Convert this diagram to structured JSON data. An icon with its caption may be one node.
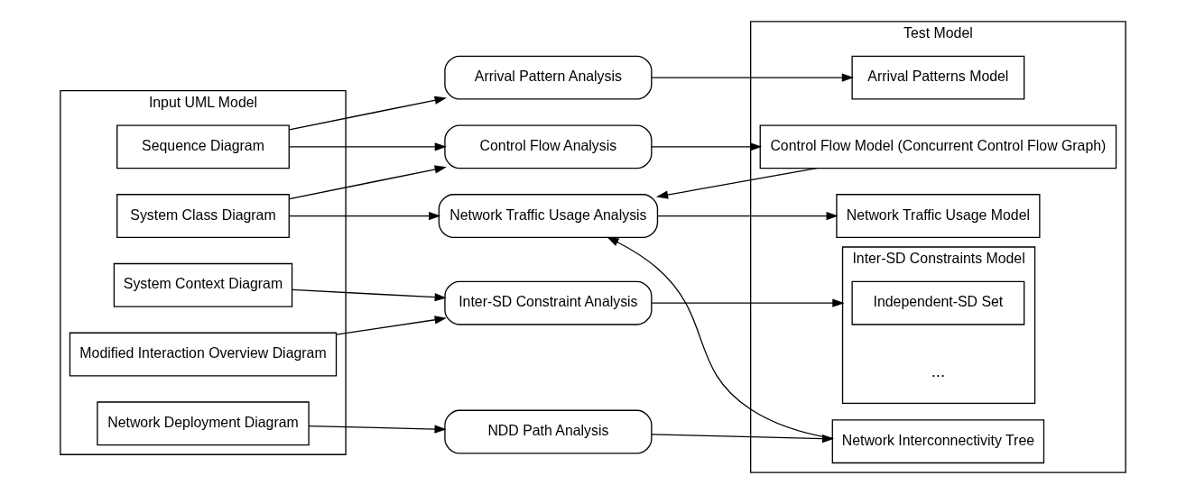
{
  "diagram": {
    "nodes": [
      {
        "text": [
          "Input UML Model"
        ]
      },
      {
        "text": [
          "Sequence Diagram"
        ],
        "in": 0
      },
      {
        "text": [
          "System Class Diagram"
        ],
        "in": 0
      },
      {
        "text": [
          "System Context Diagram"
        ],
        "in": 0
      },
      {
        "text": [
          "Modified Interaction Overview Diagram"
        ],
        "in": 0
      },
      {
        "text": [
          "Network Deployment Diagram"
        ],
        "in": 0
      },
      {
        "text": [
          "Control Flow Analysis"
        ]
      },
      {
        "text": [
          "Arrival Pattern Analysis"
        ]
      },
      {
        "text": [
          "Inter-SD Constraint Analysis"
        ]
      },
      {
        "text": [
          "Network Traffic Usage Analysis"
        ]
      },
      {
        "text": [
          "NDD Path Analysis"
        ]
      },
      {
        "text": [
          "Test Model"
        ]
      },
      {
        "text": [
          "Control Flow Model (Concurrent Control Flow Graph)"
        ],
        "in": 11
      },
      {
        "text": [
          "Arrival Patterns Model"
        ],
        "in": 11
      },
      {
        "text": [
          "Inter-SD Constraints Model"
        ],
        "in": 11
      },
      {
        "text": [
          "Independent-SD Set"
        ],
        "in": 14
      },
      {
        "text": [
          "Network Traffic Usage Model"
        ],
        "in": 11
      },
      {
        "text": [
          "Network Interconnectivity Tree"
        ],
        "in": 11
      }
    ],
    "edges": [
      {
        "from": 1,
        "to": 6,
        "arrow": "to"
      },
      {
        "from": 1,
        "to": 7,
        "arrow": "to"
      },
      {
        "from": 2,
        "to": 6,
        "arrow": "to"
      },
      {
        "from": 2,
        "to": 9,
        "arrow": "to"
      },
      {
        "from": 3,
        "to": 8,
        "arrow": "to"
      },
      {
        "from": 4,
        "to": 8,
        "arrow": "to"
      },
      {
        "from": 5,
        "to": 10,
        "arrow": "to"
      },
      {
        "from": 6,
        "to": 12,
        "arrow": "to"
      },
      {
        "from": 7,
        "to": 13,
        "arrow": "to"
      },
      {
        "from": 8,
        "to": 14,
        "arrow": "to"
      },
      {
        "from": 12,
        "to": 9,
        "arrow": "to"
      },
      {
        "from": 9,
        "to": 16,
        "arrow": "to"
      },
      {
        "from": 17,
        "to": 9,
        "arrow": "to"
      },
      {
        "from": 10,
        "to": 17,
        "arrow": "to"
      }
    ],
    "labels": [
      "..."
    ]
  }
}
